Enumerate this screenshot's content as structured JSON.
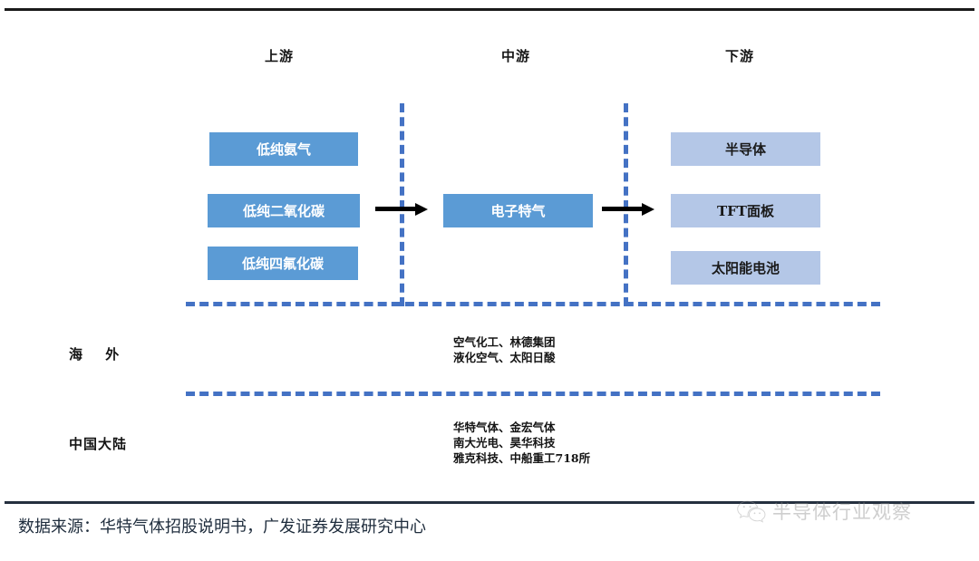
{
  "columns": {
    "upstream": "上游",
    "midstream": "中游",
    "downstream": "下游"
  },
  "upstream_boxes": [
    {
      "label": "低纯氨气"
    },
    {
      "label": "低纯二氧化碳"
    },
    {
      "label": "低纯四氟化碳"
    }
  ],
  "midstream_box": {
    "label": "电子特气"
  },
  "downstream_boxes": [
    {
      "label": "半导体"
    },
    {
      "label": "TFT面板"
    },
    {
      "label": "太阳能电池"
    }
  ],
  "regions": [
    {
      "label": "海  外",
      "companies": [
        "空气化工、林德集团",
        "液化空气、太阳日酸"
      ]
    },
    {
      "label": "中国大陆",
      "companies": [
        "华特气体、金宏气体",
        "南大光电、昊华科技",
        "雅克科技、中船重工718所"
      ]
    }
  ],
  "footer": {
    "source": "数据来源：华特气体招股说明书，广发证券发展研究中心"
  },
  "watermark": {
    "text": "半导体行业观察",
    "icon": "wechat-icon"
  },
  "colors": {
    "upstream_box": "#5B9BD5",
    "downstream_box": "#B4C7E7",
    "dashed_line": "#4472C4",
    "rule": "#1a1a1a",
    "footer_text": "#1f2d3d"
  }
}
